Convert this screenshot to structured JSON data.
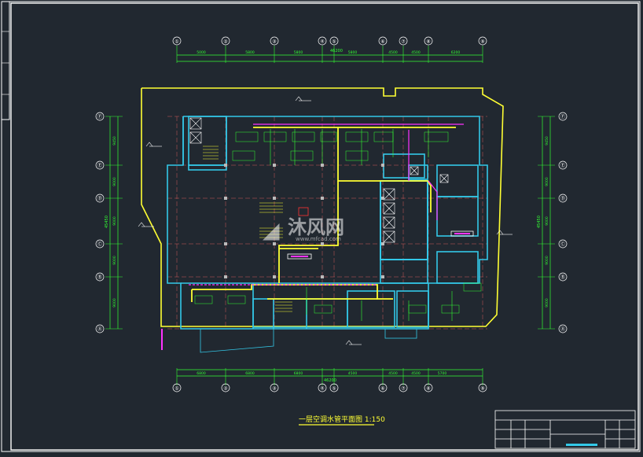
{
  "drawing": {
    "title": "一层空调水管平面图 1:150",
    "watermark_brand": "沐风网",
    "watermark_url": "www.mfcad.com",
    "total_dim_top": "46200",
    "total_dim_bottom": "46200",
    "total_dim_left": "45450",
    "total_dim_right": "45450"
  },
  "grid_top": [
    "①",
    "②",
    "③",
    "④",
    "⑤",
    "⑥",
    "⑦",
    "⑧",
    "⑨"
  ],
  "grid_left": [
    "Ⓕ",
    "Ⓔ",
    "Ⓓ",
    "Ⓒ",
    "Ⓑ",
    "Ⓐ"
  ],
  "dims_top": [
    "5000",
    "5800",
    "5800",
    "5800",
    "4500",
    "4500",
    "6200"
  ],
  "dims_bottom": [
    "6800",
    "6800",
    "6800",
    "4500",
    "4500",
    "4500",
    "5700"
  ],
  "dims_left": [
    "9450",
    "9000",
    "9000",
    "9000",
    "9000"
  ],
  "colors": {
    "background": "#212830",
    "frame": "#ffffff",
    "wall": "#33c8e8",
    "supply_pipe": "#ffff33",
    "return_pipe": "#ff33ff",
    "grid": "#ff6666",
    "dim": "#33ff33",
    "text": "#33ff33"
  }
}
